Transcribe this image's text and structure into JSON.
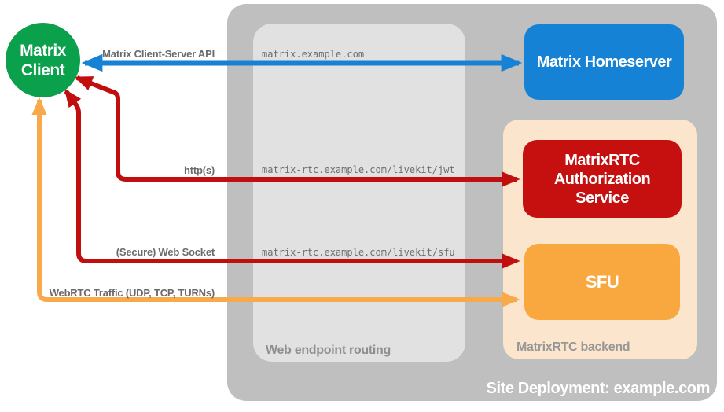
{
  "nodes": {
    "client": {
      "line1": "Matrix",
      "line2": "Client",
      "color": "#0aa04c"
    },
    "homeserver": {
      "label": "Matrix Homeserver",
      "color": "#1682d6"
    },
    "auth_service": {
      "label": "MatrixRTC Authorization Service",
      "color": "#c5100f"
    },
    "sfu": {
      "label": "SFU",
      "color": "#f9a840"
    }
  },
  "containers": {
    "site": {
      "label": "Site Deployment: example.com",
      "color": "#bfbfbf"
    },
    "routing": {
      "label": "Web endpoint routing",
      "color": "#e1e1e1"
    },
    "backend": {
      "label": "MatrixRTC backend",
      "color": "#fce5cd"
    }
  },
  "connections": {
    "cs_api": {
      "label": "Matrix Client-Server API",
      "endpoint": "matrix.example.com",
      "color": "#1682d6",
      "style": "bidirectional"
    },
    "http": {
      "label": "http(s)",
      "endpoint": "matrix-rtc.example.com/livekit/jwt",
      "color": "#c00f0e",
      "style": "bidirectional"
    },
    "websocket": {
      "label": "(Secure) Web Socket",
      "endpoint": "matrix-rtc.example.com/livekit/sfu",
      "color": "#c00f0e",
      "style": "bidirectional"
    },
    "webrtc": {
      "label": "WebRTC Traffic (UDP, TCP, TURNs)",
      "color": "#f7a94c",
      "style": "bidirectional"
    }
  }
}
